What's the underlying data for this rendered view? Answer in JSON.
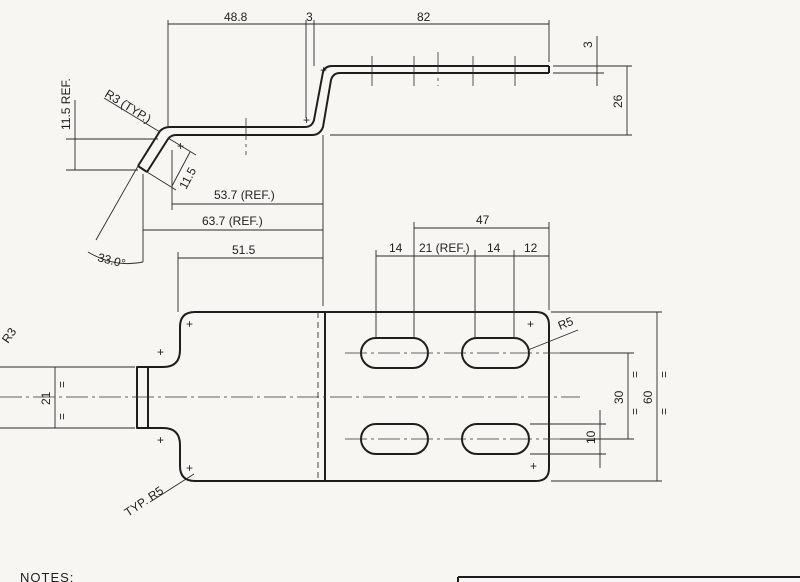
{
  "dimensions": {
    "top_48_8": "48.8",
    "top_3": "3",
    "top_82": "82",
    "right_3": "3",
    "right_26": "26",
    "left_11_5_ref": "11.5 REF.",
    "r3_typ": "R3 (TYP.)",
    "flange_11_5": "11.5",
    "ref_53_7": "53.7 (REF.)",
    "ref_63_7": "63.7 (REF.)",
    "angle_33": "33.0°",
    "width_51_5": "51.5",
    "slot_47": "47",
    "slot_14a": "14",
    "slot_21_ref": "21 (REF.)",
    "slot_14b": "14",
    "slot_12": "12",
    "r5": "R5",
    "dim_30": "30",
    "dim_60": "60",
    "dim_10": "10",
    "dim_21": "21",
    "r3_left": "R3",
    "typ_r5": "TYP. R5",
    "eq": "="
  },
  "notes_label": "NOTES:"
}
